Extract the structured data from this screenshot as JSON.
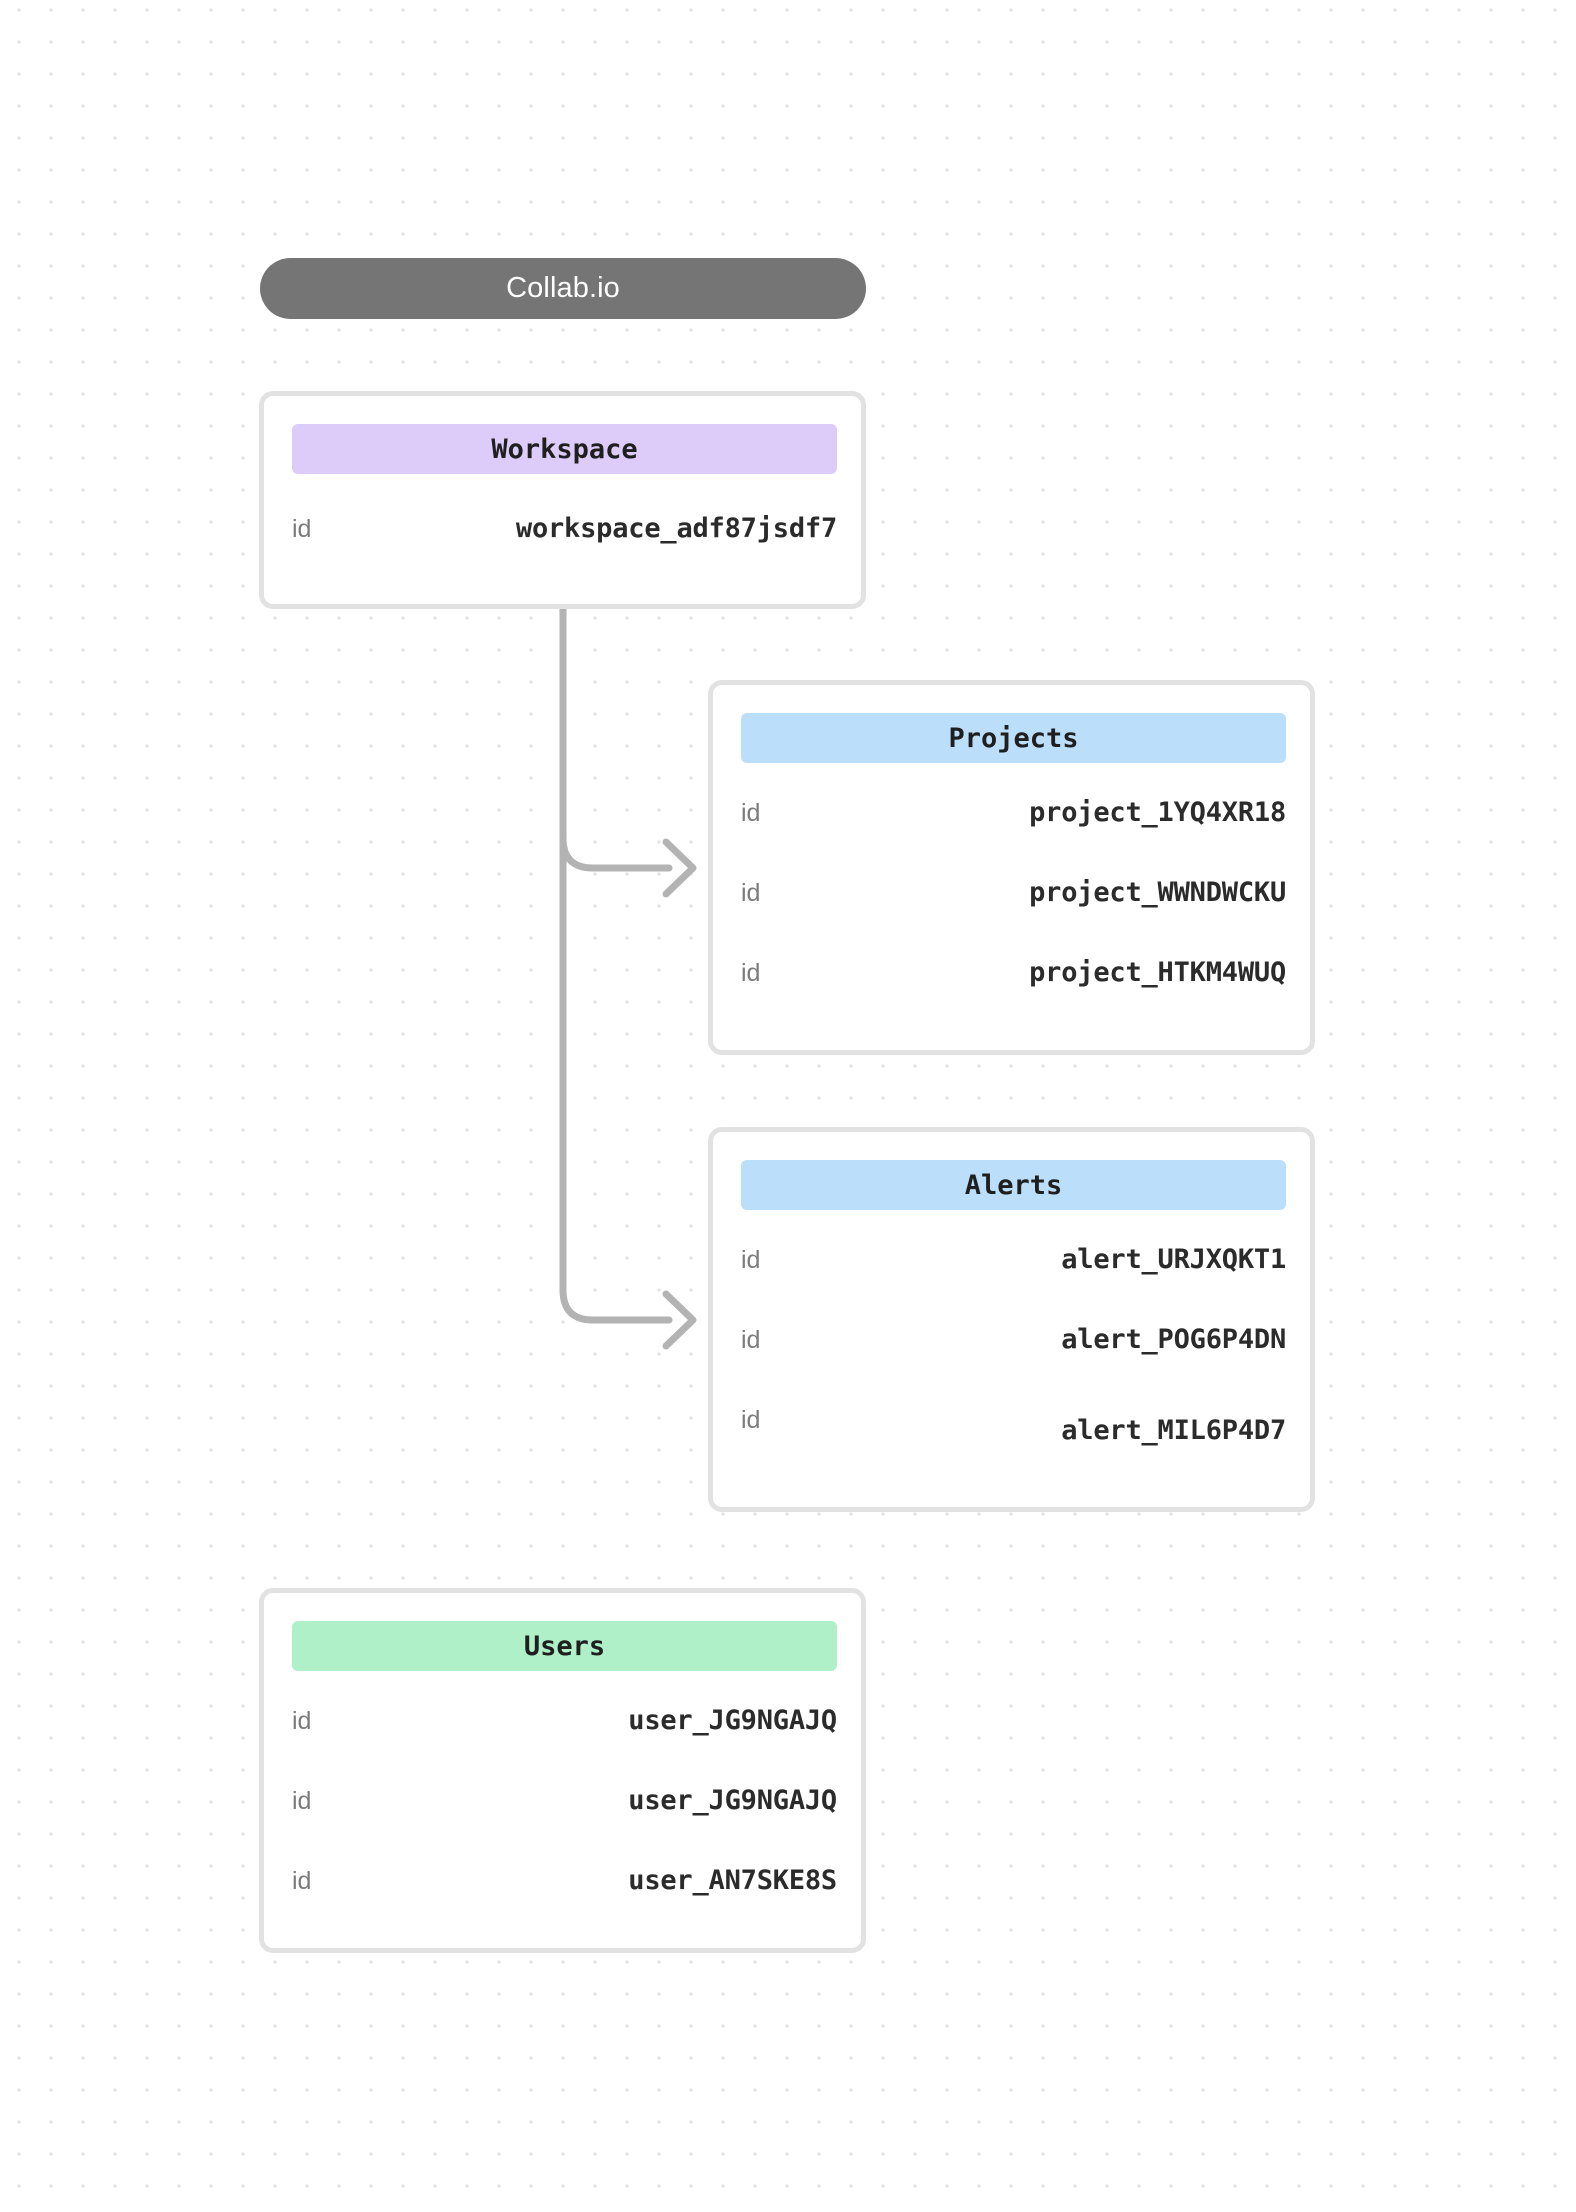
{
  "brand": {
    "name": "Collab.io"
  },
  "cards": [
    {
      "id": "workspace",
      "title": "Workspace",
      "accent": "#ddcbf9",
      "rows": [
        {
          "key": "id",
          "value": "workspace_adf87jsdf7"
        }
      ]
    },
    {
      "id": "projects",
      "title": "Projects",
      "accent": "#bbdefb",
      "rows": [
        {
          "key": "id",
          "value": "project_1YQ4XR18"
        },
        {
          "key": "id",
          "value": "project_WWNDWCKU"
        },
        {
          "key": "id",
          "value": "project_HTKM4WUQ"
        }
      ]
    },
    {
      "id": "alerts",
      "title": "Alerts",
      "accent": "#bbdefb",
      "rows": [
        {
          "key": "id",
          "value": "alert_URJXQKT1"
        },
        {
          "key": "id",
          "value": "alert_POG6P4DN"
        },
        {
          "key": "id",
          "value": "alert_MIL6P4D7"
        }
      ]
    },
    {
      "id": "users",
      "title": "Users",
      "accent": "#aff0c8",
      "rows": [
        {
          "key": "id",
          "value": "user_JG9NGAJQ"
        },
        {
          "key": "id",
          "value": "user_JG9NGAJQ"
        },
        {
          "key": "id",
          "value": "user_AN7SKE8S"
        }
      ]
    }
  ],
  "connectors": [
    {
      "from": "workspace",
      "to": "projects"
    },
    {
      "from": "workspace",
      "to": "alerts"
    }
  ],
  "colors": {
    "background": "#ffffff",
    "grid_dot": "#e3e3e3",
    "card_border": "#e2e2e2",
    "brand_pill": "#757575",
    "connector": "#b3b3b3",
    "key_text": "#7b7b7b",
    "value_text": "#2b2b2b"
  }
}
